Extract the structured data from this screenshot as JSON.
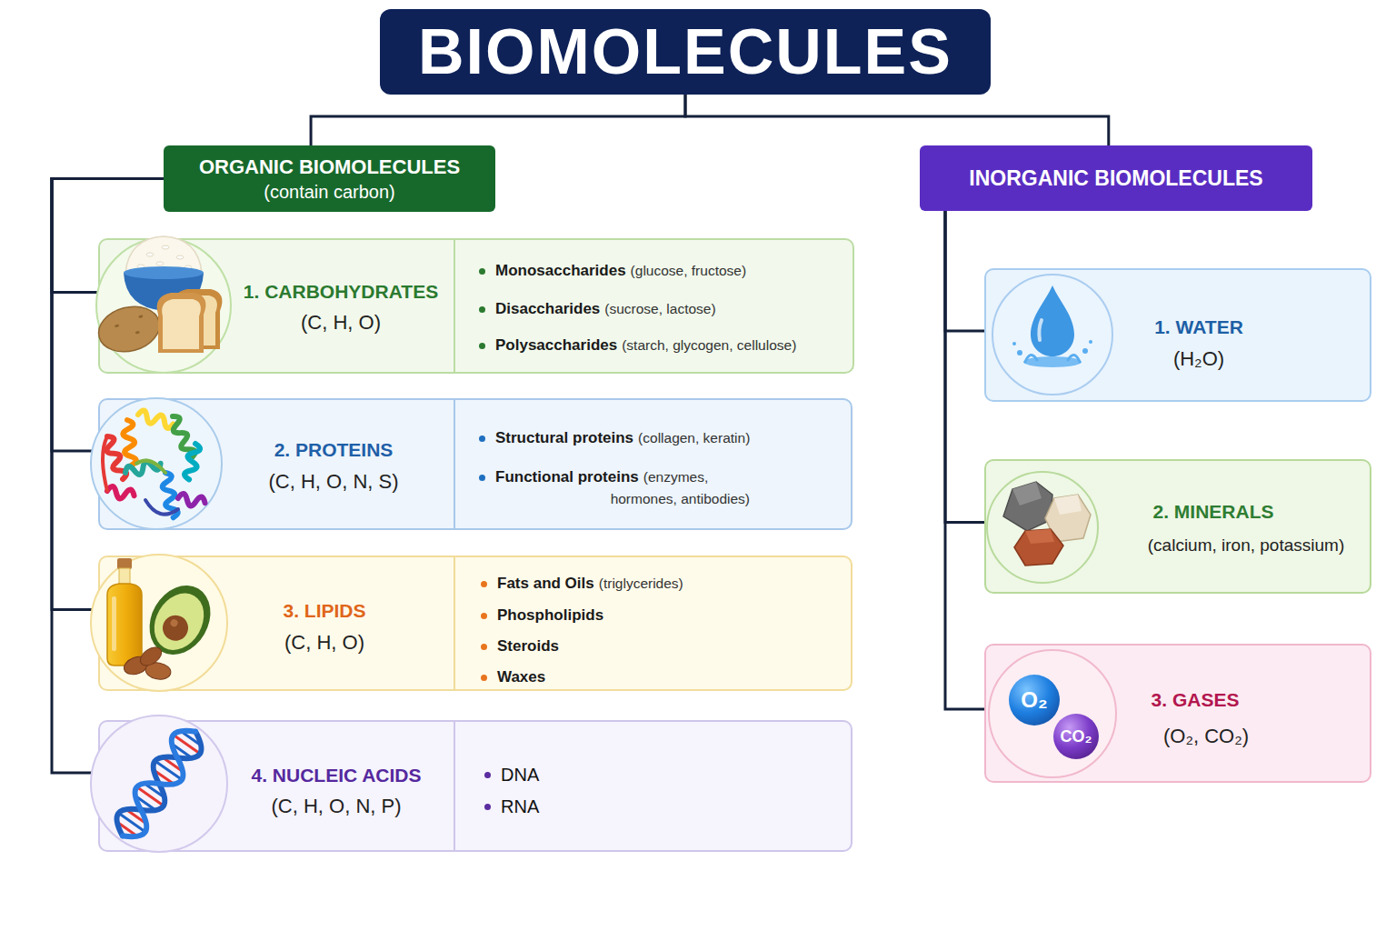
{
  "diagram": {
    "nodes": [
      {
        "text": [
          "BIOMOLECULES"
        ]
      },
      {
        "text": [
          "ORGANIC BIOMOLECULES",
          "(contain carbon)"
        ]
      },
      {
        "text": [
          "INORGANIC BIOMOLECULES"
        ]
      },
      {
        "text": [
          "1. CARBOHYDRATES",
          "(C, H, O)",
          "Monosaccharides",
          "(glucose, fructose)",
          "Disaccharides",
          "(sucrose, lactose)",
          "Polysaccharides",
          "(starch, glycogen, cellulose)"
        ]
      },
      {
        "text": [
          "2. PROTEINS",
          "(C, H, O, N, S)",
          "Structural proteins",
          "(collagen, keratin)",
          "Functional proteins",
          "(enzymes, hormones, antibodies)"
        ]
      },
      {
        "text": [
          "3. LIPIDS",
          "(C, H, O)",
          "Fats and Oils",
          "(triglycerides)",
          "Phospholipids",
          "Steroids",
          "Waxes"
        ]
      },
      {
        "text": [
          "4. NUCLEIC ACIDS",
          "(C, H, O, N, P)",
          "DNA",
          "RNA"
        ]
      },
      {
        "text": [
          "1. WATER",
          "(H₂O)"
        ]
      },
      {
        "text": [
          "2. MINERALS",
          "(calcium, iron, potassium)"
        ]
      },
      {
        "text": [
          "3. GASES",
          "(O₂, CO₂)"
        ]
      }
    ],
    "edges": [
      {
        "from": 0,
        "to": 1,
        "arrow": "none"
      },
      {
        "from": 0,
        "to": 2,
        "arrow": "none"
      },
      {
        "from": 1,
        "to": 3,
        "arrow": "none"
      },
      {
        "from": 1,
        "to": 4,
        "arrow": "none"
      },
      {
        "from": 1,
        "to": 5,
        "arrow": "none"
      },
      {
        "from": 1,
        "to": 6,
        "arrow": "none"
      },
      {
        "from": 2,
        "to": 7,
        "arrow": "none"
      },
      {
        "from": 2,
        "to": 8,
        "arrow": "none"
      },
      {
        "from": 2,
        "to": 9,
        "arrow": "none"
      }
    ],
    "labels": [
      "O₂",
      "CO₂"
    ]
  }
}
